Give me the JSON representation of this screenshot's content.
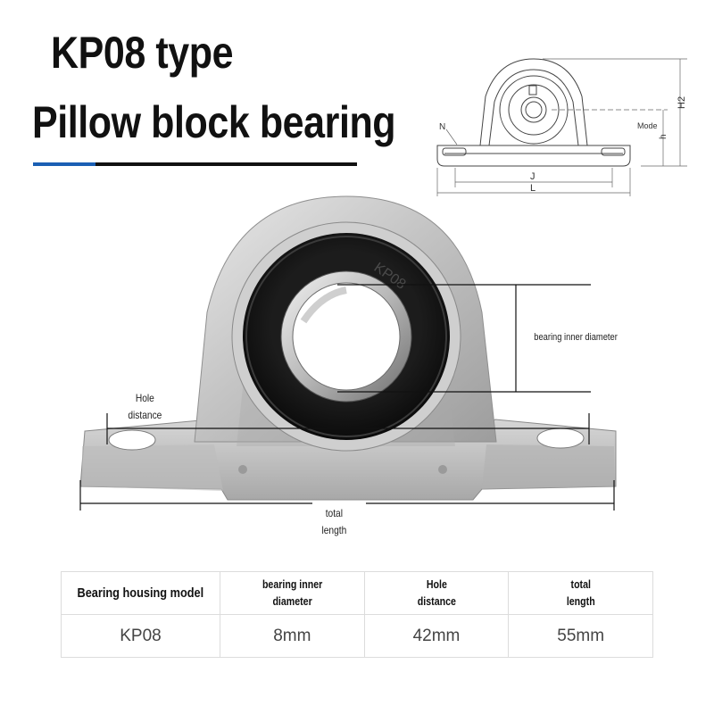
{
  "header": {
    "title_line1": "KP08 type",
    "title_line2": "Pillow block bearing",
    "accent_color": "#1a5fb4"
  },
  "diagram": {
    "labels": {
      "n": "N",
      "h2": "H2",
      "mode": "Mode",
      "h": "h",
      "j": "J",
      "l": "L"
    }
  },
  "photo": {
    "inner_diameter_label": "bearing inner diameter",
    "hole_distance_label": [
      "Hole",
      "distance"
    ],
    "total_length_label": [
      "total",
      "length"
    ],
    "ring_marking": "KP08"
  },
  "table": {
    "headers": [
      [
        "Bearing housing model"
      ],
      [
        "bearing inner",
        "diameter"
      ],
      [
        "Hole",
        "distance"
      ],
      [
        "total",
        "length"
      ]
    ],
    "rows": [
      [
        "KP08",
        "8mm",
        "42mm",
        "55mm"
      ]
    ]
  }
}
